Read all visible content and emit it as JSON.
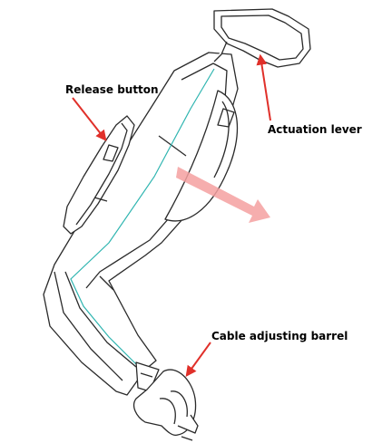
{
  "labels": {
    "release_button": "Release button",
    "actuation_lever": "Actuation lever",
    "cable_adjusting_barrel": "Cable adjusting barrel"
  },
  "colors": {
    "outline": "#2a2a2a",
    "accent_line": "#2fb5b0",
    "callout_arrow": "#e0302a",
    "direction_arrow": "#f4a0a0",
    "background": "#ffffff"
  },
  "icons": {
    "callout": "arrow",
    "direction": "thick-arrow"
  }
}
